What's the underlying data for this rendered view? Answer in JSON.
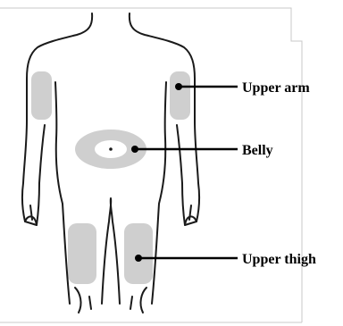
{
  "diagram": {
    "labels": {
      "upper_arm": "Upper arm",
      "belly": "Belly",
      "upper_thigh": "Upper thigh"
    },
    "colors": {
      "outline": "#1a1a1a",
      "injection_area": "#cfcfcf",
      "leader_line": "#000000",
      "frame": "#c8c8c8"
    }
  }
}
